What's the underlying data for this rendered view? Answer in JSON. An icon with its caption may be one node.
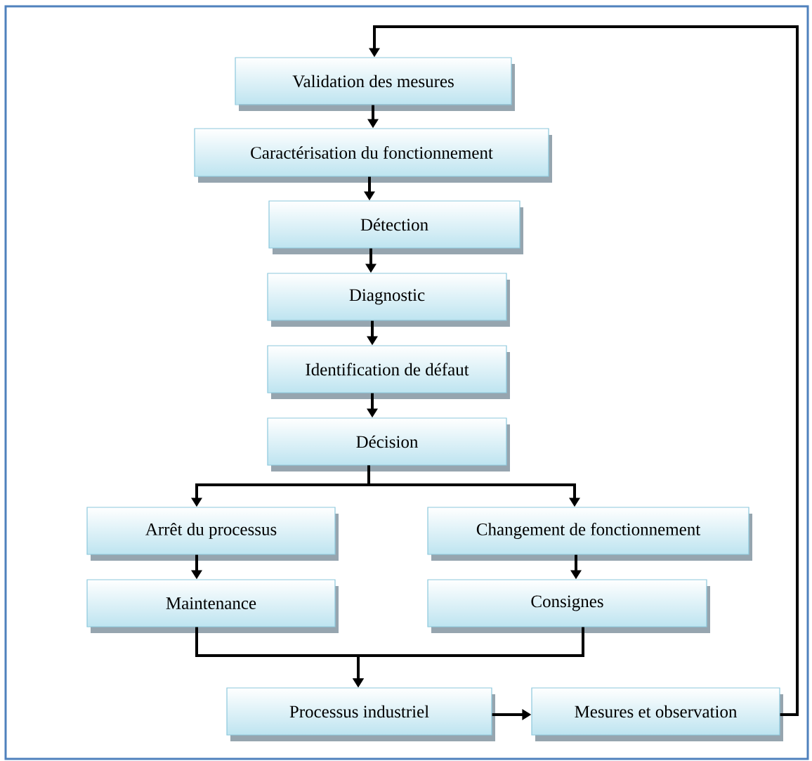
{
  "diagram": {
    "nodes": [
      {
        "text": [
          "Validation des mesures"
        ]
      },
      {
        "text": [
          "Caractérisation du fonctionnement"
        ]
      },
      {
        "text": [
          "Détection"
        ]
      },
      {
        "text": [
          "Diagnostic"
        ]
      },
      {
        "text": [
          "Identification de défaut"
        ]
      },
      {
        "text": [
          "Décision"
        ]
      },
      {
        "text": [
          "Arrêt du processus"
        ]
      },
      {
        "text": [
          "Changement de fonctionnement"
        ]
      },
      {
        "text": [
          "Maintenance"
        ]
      },
      {
        "text": [
          "Consignes"
        ]
      },
      {
        "text": [
          "Processus industriel"
        ]
      },
      {
        "text": [
          "Mesures et observation"
        ]
      }
    ],
    "edges": [
      {
        "from": 0,
        "to": 1,
        "arrow": "to"
      },
      {
        "from": 1,
        "to": 2,
        "arrow": "to"
      },
      {
        "from": 2,
        "to": 3,
        "arrow": "to"
      },
      {
        "from": 3,
        "to": 4,
        "arrow": "to"
      },
      {
        "from": 4,
        "to": 5,
        "arrow": "to"
      },
      {
        "from": 5,
        "to": 6,
        "arrow": "to"
      },
      {
        "from": 5,
        "to": 7,
        "arrow": "to"
      },
      {
        "from": 6,
        "to": 8,
        "arrow": "to"
      },
      {
        "from": 7,
        "to": 9,
        "arrow": "to"
      },
      {
        "from": 8,
        "to": 10,
        "arrow": "to"
      },
      {
        "from": 9,
        "to": 10,
        "arrow": "to"
      },
      {
        "from": 10,
        "to": 11,
        "arrow": "to"
      },
      {
        "from": 11,
        "to": 0,
        "arrow": "to"
      }
    ]
  }
}
